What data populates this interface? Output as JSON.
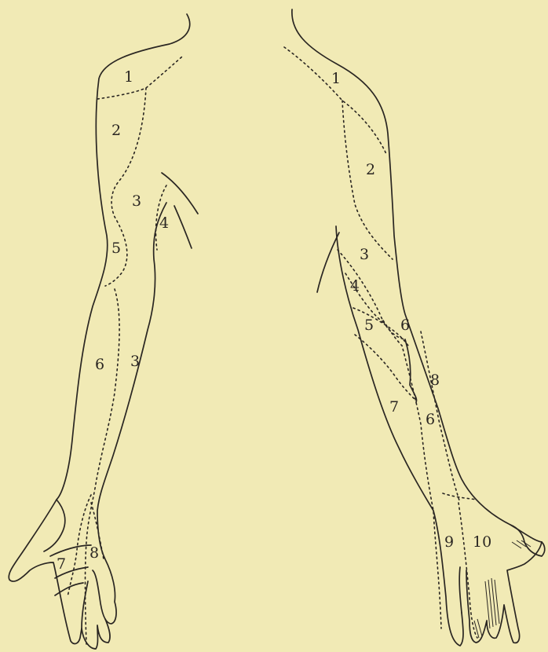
{
  "figure": {
    "left_arm_labels": [
      "1",
      "2",
      "3",
      "4",
      "5",
      "6",
      "3",
      "7",
      "8"
    ],
    "right_arm_labels": [
      "1",
      "2",
      "3",
      "4",
      "5",
      "6",
      "8",
      "7",
      "6",
      "9",
      "10"
    ],
    "colors": {
      "background": "#f1eab5",
      "ink": "#2a2622"
    }
  }
}
